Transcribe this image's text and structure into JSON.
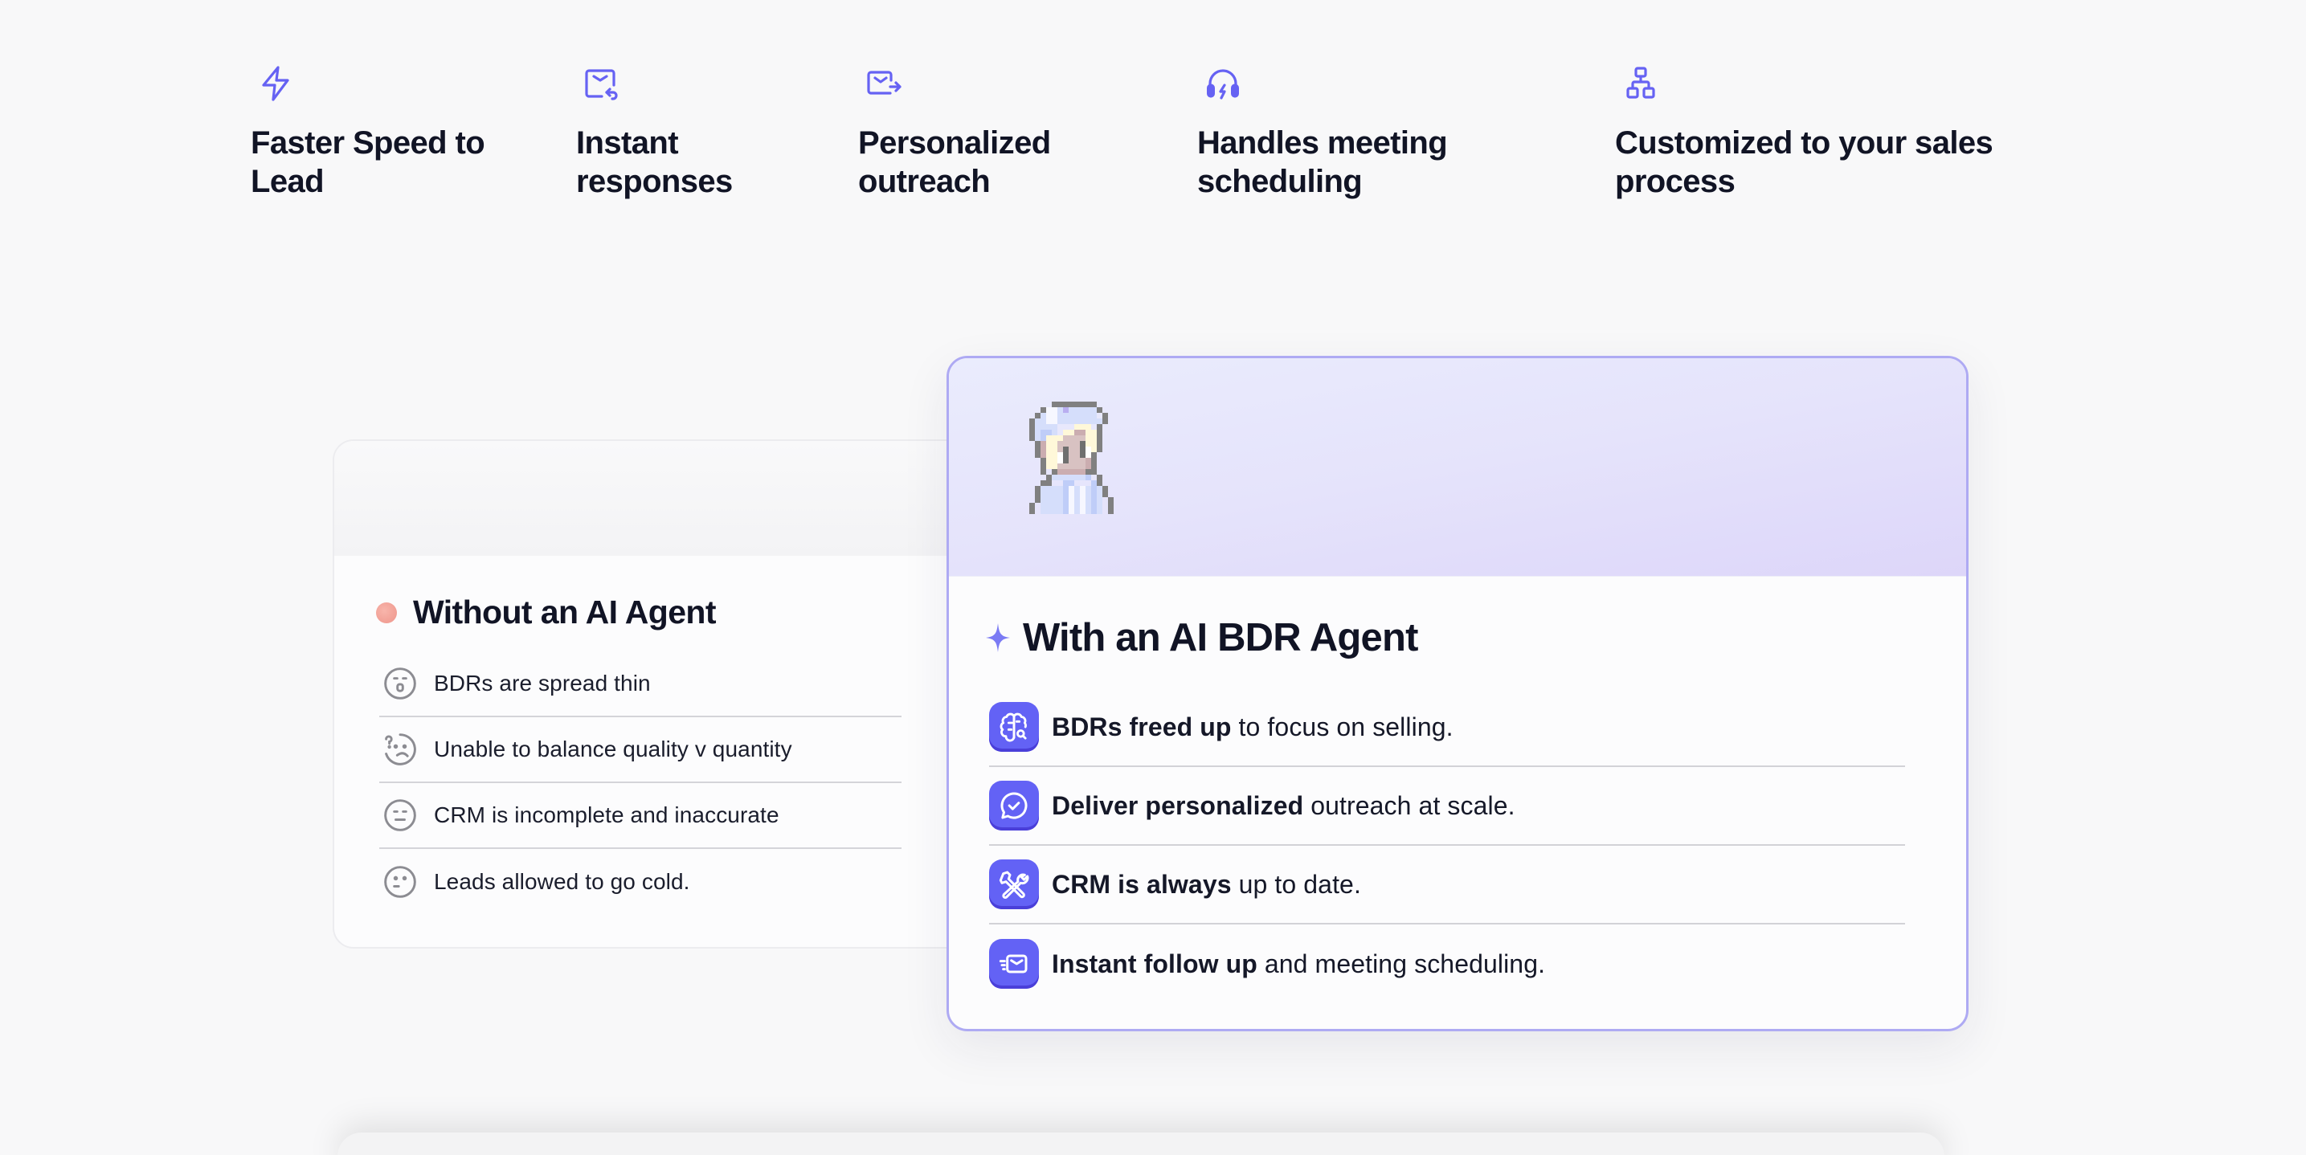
{
  "features": [
    {
      "icon": "lightning-bolt-icon",
      "title": "Faster Speed to\nLead"
    },
    {
      "icon": "mail-reply-icon",
      "title": "Instant\nresponses"
    },
    {
      "icon": "mail-forward-icon",
      "title": "Personalized\noutreach"
    },
    {
      "icon": "headset-bolt-icon",
      "title": "Handles meeting\nscheduling"
    },
    {
      "icon": "org-hierarchy-icon",
      "title": "Customized to your sales\nprocess"
    }
  ],
  "without_card": {
    "heading": "Without an AI Agent",
    "status_color": "#ef9a90",
    "items": [
      {
        "icon": "shocked-face-icon",
        "text": "BDRs are spread thin"
      },
      {
        "icon": "confused-face-icon",
        "text": "Unable to balance quality v quantity"
      },
      {
        "icon": "expressionless-face-icon",
        "text": "CRM is incomplete and inaccurate"
      },
      {
        "icon": "uneasy-face-icon",
        "text": "Leads allowed to go cold."
      }
    ]
  },
  "with_card": {
    "heading": "With an AI BDR Agent",
    "accent_color": "#6362f5",
    "border_color": "#aeaaf3",
    "items": [
      {
        "icon": "brain-search-icon",
        "bold": "BDRs freed up",
        "rest": " to focus on selling."
      },
      {
        "icon": "chat-check-icon",
        "bold": "Deliver personalized",
        "rest": " outreach at scale."
      },
      {
        "icon": "tools-icon",
        "bold": "CRM is always",
        "rest": " up to date."
      },
      {
        "icon": "fast-mail-icon",
        "bold": "Instant follow up",
        "rest": " and meeting scheduling."
      }
    ]
  }
}
